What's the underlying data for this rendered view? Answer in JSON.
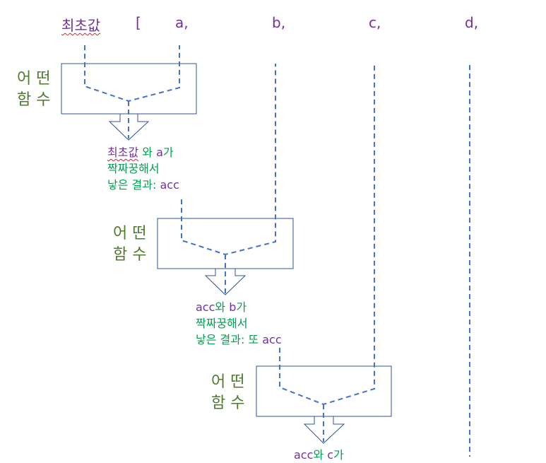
{
  "header": {
    "initial": "최초값",
    "bracket": "[",
    "a": "a,",
    "b": "b,",
    "c": "c,",
    "d": "d,"
  },
  "function_label": {
    "line1": "어 떤",
    "line2": "함 수"
  },
  "step1": {
    "initial": "최초값",
    "mid": " 와 ",
    "item": "a",
    "suffix": "가",
    "line2": "짝짜꿍해서",
    "line3_prefix": "낳은 결과: ",
    "line3_acc": "acc"
  },
  "step2": {
    "acc": "acc",
    "mid": "와 ",
    "item": "b",
    "suffix": "가",
    "line2": "짝짜꿍해서",
    "line3_prefix": "낳은 결과: 또 ",
    "line3_acc": "acc"
  },
  "step3": {
    "acc": "acc",
    "mid": "와 ",
    "item": "c",
    "suffix": "가"
  },
  "colors": {
    "purple": "#7030a0",
    "green": "#00a050",
    "olive": "#4e7a2e",
    "line_blue": "#4472c4",
    "box_border": "#2f5597"
  }
}
